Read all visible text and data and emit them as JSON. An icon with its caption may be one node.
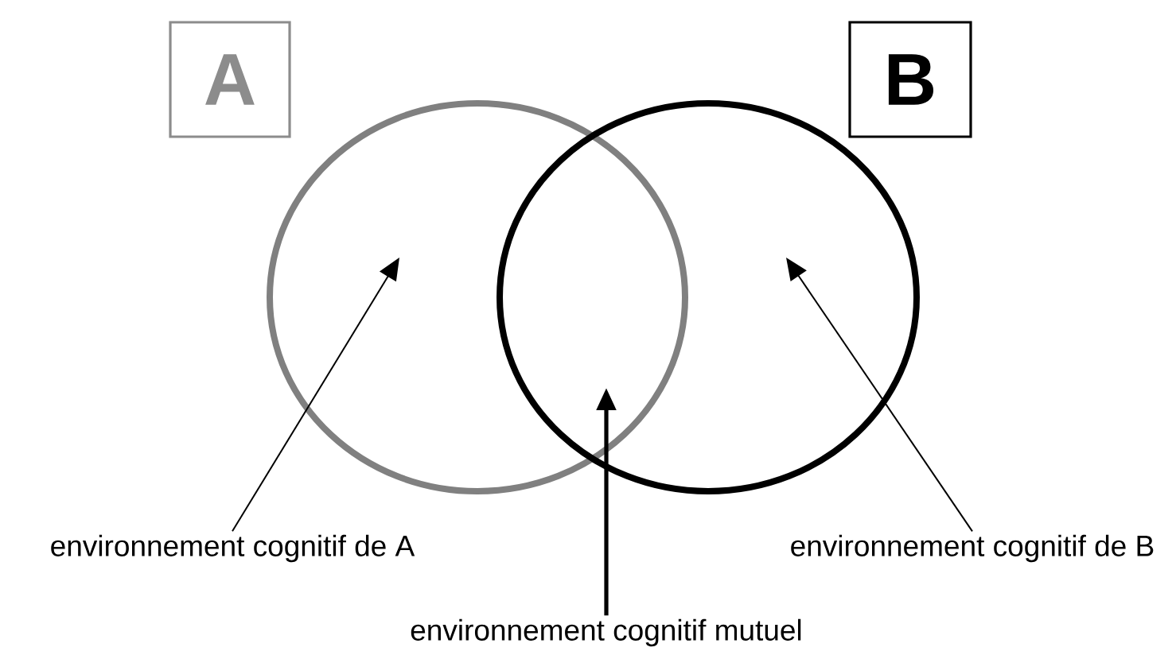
{
  "diagram": {
    "nodes": [
      {
        "text": [
          "A"
        ]
      },
      {
        "text": [
          "B"
        ]
      },
      {
        "text": [],
        "shape": "circle"
      },
      {
        "text": [],
        "shape": "circle"
      },
      {
        "text": [
          "environnement cognitif de A"
        ]
      },
      {
        "text": [
          "environnement cognitif de B"
        ]
      },
      {
        "text": [
          "environnement cognitif mutuel"
        ]
      }
    ],
    "edges": [
      {
        "from": 4,
        "to": 2,
        "arrow": "to"
      },
      {
        "from": 6,
        "to": 2,
        "arrow": "to",
        "style": "thick"
      },
      {
        "from": 6,
        "to": 3,
        "arrow": "to",
        "style": "thick"
      },
      {
        "from": 5,
        "to": 3,
        "arrow": "to"
      }
    ]
  }
}
